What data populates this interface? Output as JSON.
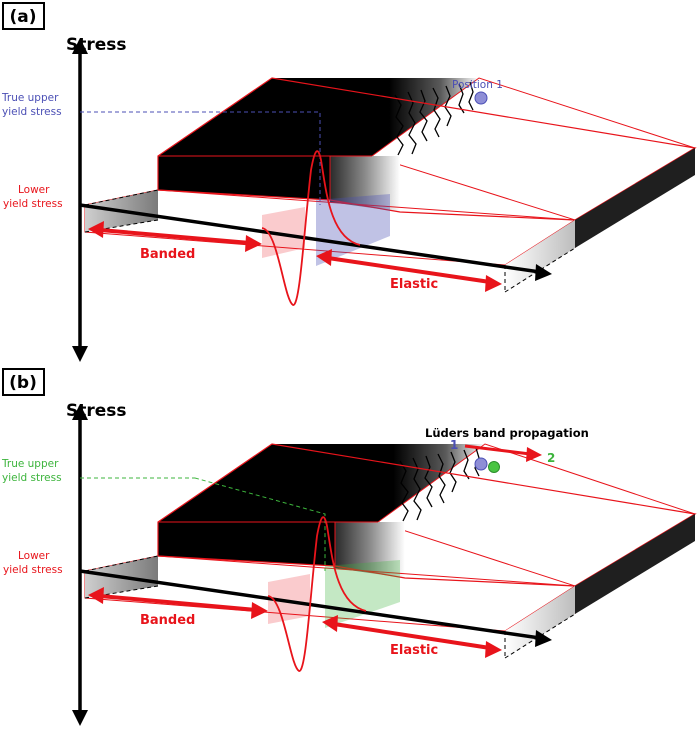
{
  "colors": {
    "red": "#e8141b",
    "blue": "#4b4fb5",
    "green": "#3cb43c",
    "black": "#000000",
    "position_dot_blue": "#8e8ed6",
    "position_dot_green": "#49c442"
  },
  "panel_a": {
    "label": "(a)",
    "axis_title": "Stress",
    "upper_yield_label": [
      "True upper",
      "yield stress"
    ],
    "lower_yield_label": [
      "Lower",
      "yield stress"
    ],
    "banded_label": "Banded",
    "elastic_label": "Elastic",
    "position_label": "Position 1"
  },
  "panel_b": {
    "label": "(b)",
    "axis_title": "Stress",
    "upper_yield_label": [
      "True upper",
      "yield stress"
    ],
    "lower_yield_label": [
      "Lower",
      "yield stress"
    ],
    "banded_label": "Banded",
    "elastic_label": "Elastic",
    "propagation_title": "Lüders band propagation",
    "propagation_from": "1",
    "propagation_to": "2"
  }
}
